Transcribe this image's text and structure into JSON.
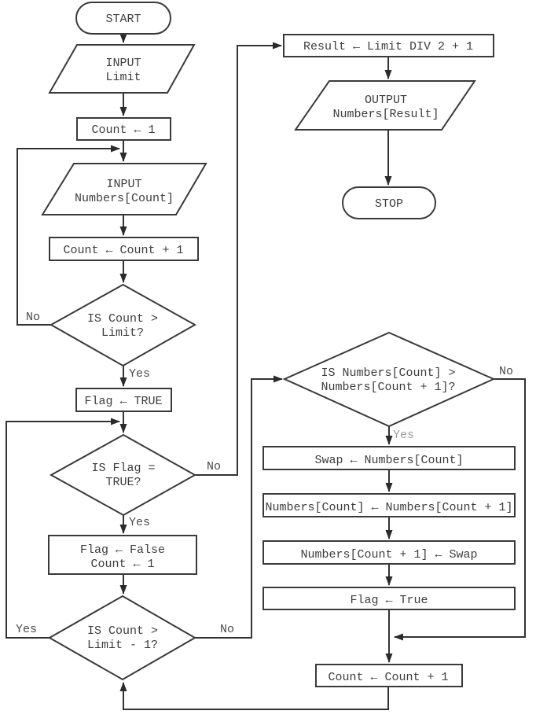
{
  "flowchart": {
    "colors": {
      "ink": "#3a3a3a",
      "background": "#ffffff"
    },
    "nodes": {
      "start": {
        "text": "START"
      },
      "input_limit": {
        "line1": "INPUT",
        "line2": "Limit"
      },
      "init_count": {
        "text": "Count ← 1"
      },
      "input_numbers": {
        "line1": "INPUT",
        "line2": "Numbers[Count]"
      },
      "increment_count": {
        "text": "Count ← Count + 1"
      },
      "check_count_limit": {
        "line1": "IS Count >",
        "line2": "Limit?"
      },
      "set_flag_true": {
        "text": "Flag ← TRUE"
      },
      "check_flag": {
        "line1": "IS Flag =",
        "line2": "TRUE?"
      },
      "reset_flag_count": {
        "line1": "Flag ← False",
        "line2": "Count ← 1"
      },
      "check_count_limit_minus_one": {
        "line1": "IS Count >",
        "line2": "Limit - 1?"
      },
      "calc_result": {
        "text": "Result ← Limit DIV 2 + 1"
      },
      "output_numbers": {
        "line1": "OUTPUT",
        "line2": "Numbers[Result]"
      },
      "stop": {
        "text": "STOP"
      },
      "compare_numbers": {
        "line1": "IS Numbers[Count] >",
        "line2": "Numbers[Count + 1]?"
      },
      "swap_store": {
        "text": "Swap ← Numbers[Count]"
      },
      "shift_number": {
        "text": "Numbers[Count] ← Numbers[Count + 1]"
      },
      "restore_swap": {
        "text": "Numbers[Count + 1] ← Swap"
      },
      "set_flag_true_inner": {
        "text": "Flag ← True"
      },
      "increment_count_inner": {
        "text": "Count ← Count + 1"
      }
    },
    "branch_labels": {
      "count_limit_no": "No",
      "count_limit_yes": "Yes",
      "flag_no": "No",
      "flag_yes": "Yes",
      "limit_minus_one_yes": "Yes",
      "limit_minus_one_no": "No",
      "compare_no": "No",
      "compare_yes": "Yes"
    }
  }
}
